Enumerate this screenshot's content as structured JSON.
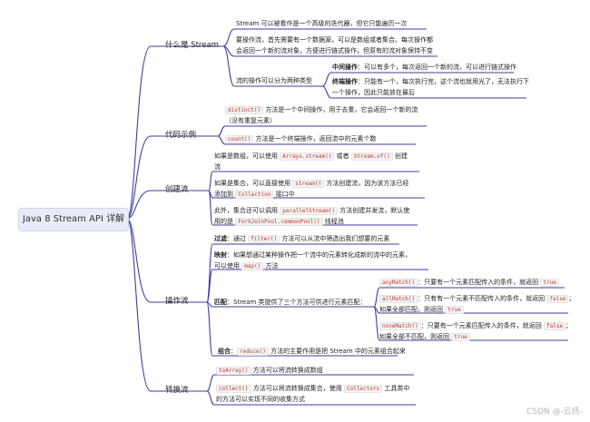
{
  "root": {
    "label": "Java 8 Stream API 详解"
  },
  "branches": {
    "what": "什么是 Stream",
    "code": "代码示例",
    "create": "创建流",
    "ops": "操作流",
    "convert": "转换流"
  },
  "what": {
    "n1": "Stream 可以被看作是一个高级的迭代器，但它只能遍历一次",
    "n2a": "要操作流，首先需要有一个数据源，可以是数组或者集合。每次操作都",
    "n2b": "会返回一个新的流对象，方便进行链式操作，但原有的流对象保持不变",
    "n3": "流的操作可以分为两种类型",
    "mid_title": "中间操作",
    "mid_text": "：可以有多个，每次返回一个新的流，可以进行链式操作",
    "term_title": "终端操作",
    "term_a": "：只能有一个，每次执行完，这个流也就用光了，无法执行下",
    "term_b": "一个操作，因此只能放在最后"
  },
  "code": {
    "distinct_code": "distinct()",
    "distinct_a": " 方法是一个中间操作，用于去重，它会返回一个新的流",
    "distinct_b": "（没有重复元素）",
    "count_code": "count()",
    "count_text": " 方法是一个终端操作，返回流中的元素个数"
  },
  "create": {
    "arr_a": "如果是数组，可以使用",
    "arr_code1": "Arrays.stream()",
    "arr_or": "或者",
    "arr_code2": "Stream.of()",
    "arr_b": "创建",
    "arr_c": "流",
    "col_a": "如果是集合，可以直接使用",
    "col_code": "stream()",
    "col_b": "方法创建流，因为该方法已经",
    "col_c": "添加到",
    "col_code2": "Collection",
    "col_d": "接口中",
    "par_a": "此外，集合还可以调用",
    "par_code": "parallelStream()",
    "par_b": "方法创建并发流，默认使",
    "par_c": "用的是",
    "par_code2": "ForkJoinPool.commonPool()",
    "par_d": "线程池"
  },
  "ops": {
    "filter_title": "过滤",
    "filter_a": "：通过",
    "filter_code": "filter()",
    "filter_b": "方法可以从流中筛选出我们想要的元素",
    "map_title": "映射",
    "map_a": "：如果想通过某种操作把一个流中的元素转化成新的流中的元素，",
    "map_b": "可以使用",
    "map_code": "map()",
    "map_c": "方法",
    "match_title": "匹配",
    "match_text": "：Stream 类提供了三个方法可供进行元素匹配：",
    "any_code": "anyMatch()",
    "any_text": "：只要有一个元素匹配传入的条件，就返回",
    "any_val": "true",
    "all_code": "allMatch()",
    "all_text": "：只有有一个元素不匹配传入的条件，就返回",
    "all_val": "false",
    "all_b": "；",
    "all_c": "如果全部匹配，则返回",
    "all_val2": "true",
    "none_code": "noneMatch()",
    "none_text": "：只要有一个元素匹配传入的条件，就返回",
    "none_val": "false",
    "none_b": "；",
    "none_c": "如果全部不匹配，则返回",
    "none_val2": "true",
    "reduce_title": "组合",
    "reduce_a": "：",
    "reduce_code": "reduce()",
    "reduce_b": "方法的主要作用是把 Stream 中的元素组合起来"
  },
  "convert": {
    "toarray_code": "toArray()",
    "toarray_text": "方法可以将流转换成数组",
    "collect_code": "collect()",
    "collect_a": "方法可以将流转换成集合，使用",
    "collect_code2": "Collectors",
    "collect_b": "工具类中",
    "collect_c": "的方法可以实现不同的收集方式"
  },
  "watermark": "CSDN @-云扬-",
  "colors": {
    "line": "#3b3f9e",
    "root_bg": "#e9ecf7",
    "code_fg": "#c0392b"
  }
}
